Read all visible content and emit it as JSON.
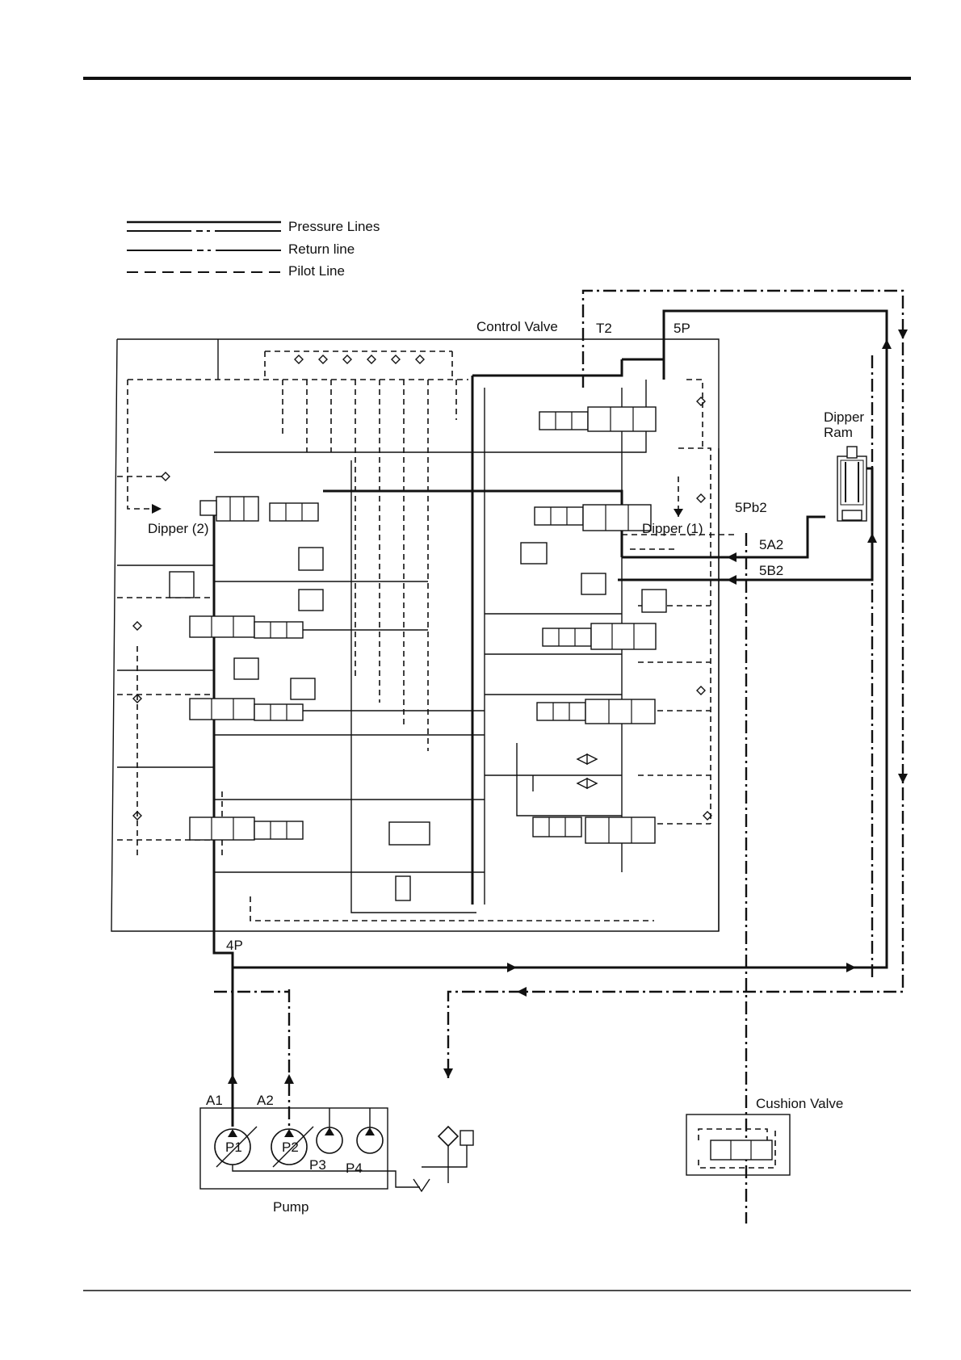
{
  "legend": {
    "pressure": "Pressure Lines",
    "return": "Return line",
    "pilot": "Pilot Line"
  },
  "labels": {
    "control_valve": "Control Valve",
    "t2": "T2",
    "p5": "5P",
    "dipper_ram": "Dipper\nRam",
    "dipper_ram_l1": "Dipper",
    "dipper_ram_l2": "Ram",
    "pb2": "5Pb2",
    "a2_port": "5A2",
    "b2_port": "5B2",
    "dipper1": "Dipper (1)",
    "dipper2": "Dipper (2)",
    "p4": "4P",
    "a1": "A1",
    "a2": "A2",
    "pump_p1": "P1",
    "pump_p2": "P2",
    "pump_p3": "P3",
    "pump_p4": "P4",
    "pump": "Pump",
    "cushion_valve": "Cushion Valve"
  }
}
